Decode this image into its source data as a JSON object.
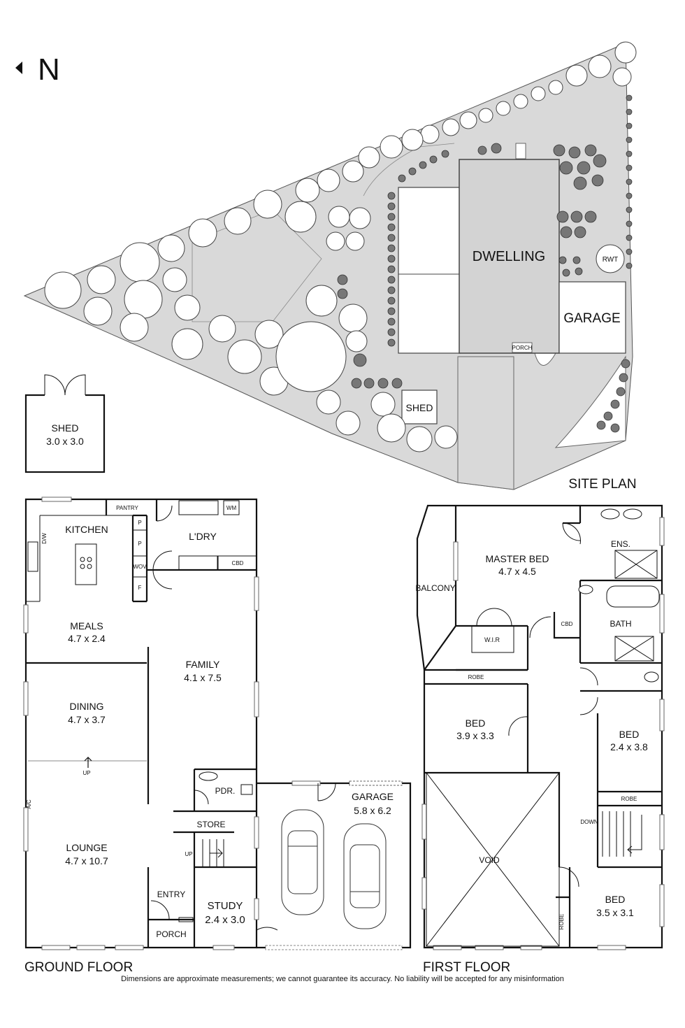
{
  "north": {
    "label": "N"
  },
  "site_plan": {
    "title": "SITE PLAN",
    "dwelling": "DWELLING",
    "garage": "GARAGE",
    "porch": "PORCH",
    "shed": "SHED",
    "rwt": "RWT"
  },
  "shed_detail": {
    "name": "SHED",
    "dims": "3.0 x 3.0"
  },
  "ground_floor": {
    "title": "GROUND FLOOR",
    "rooms": {
      "kitchen": "KITCHEN",
      "pantry": "PANTRY",
      "p1": "P",
      "p2": "P",
      "wov": "WOV",
      "f": "F",
      "dw": "D/W",
      "laundry": "L'DRY",
      "wm": "WM",
      "cbd": "CBD",
      "meals": "MEALS",
      "meals_dims": "4.7 x 2.4",
      "family": "FAMILY",
      "family_dims": "4.1 x 7.5",
      "dining": "DINING",
      "dining_dims": "4.7 x 3.7",
      "up1": "UP",
      "lounge": "LOUNGE",
      "lounge_dims": "4.7 x 10.7",
      "ac": "A/C",
      "pdr": "PDR.",
      "store": "STORE",
      "up2": "UP",
      "entry": "ENTRY",
      "study": "STUDY",
      "study_dims": "2.4 x 3.0",
      "porch": "PORCH",
      "garage": "GARAGE",
      "garage_dims": "5.8 x 6.2"
    }
  },
  "first_floor": {
    "title": "FIRST FLOOR",
    "rooms": {
      "master": "MASTER BED",
      "master_dims": "4.7 x 4.5",
      "ens": "ENS.",
      "balcony": "BALCONY",
      "wir": "W.I.R",
      "cbd": "CBD",
      "bath": "BATH",
      "robe1": "ROBE",
      "bed1": "BED",
      "bed1_dims": "3.9 x 3.3",
      "bed2": "BED",
      "bed2_dims": "2.4 x 3.8",
      "robe2": "ROBE",
      "down": "DOWN",
      "void": "VOID",
      "bed3": "BED",
      "bed3_dims": "3.5 x 3.1",
      "robe3": "ROBE"
    }
  },
  "disclaimer": "Dimensions are approximate measurements; we cannot guarantee its accuracy. No liability will be accepted for any misinformation"
}
